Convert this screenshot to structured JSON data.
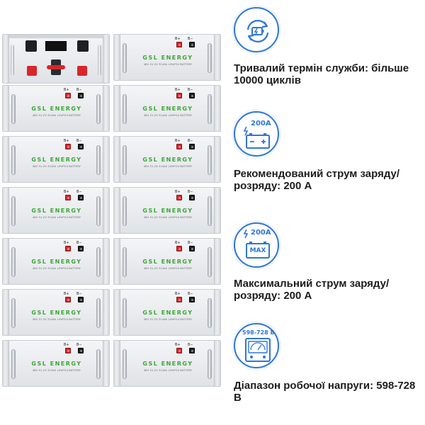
{
  "rack": {
    "brand": "GSL ENERGY",
    "model_line": "48V 51.2V 314Ah LiFePO4 BATTERY",
    "terminal_pos": "B+",
    "terminal_neg": "B−",
    "colors": {
      "brand_green": "#3aa935",
      "terminal_red": "#d8262b",
      "terminal_black": "#1f1f22",
      "panel_silver": "#e6e8eb"
    }
  },
  "features": [
    {
      "icon": "battery-cycle-icon",
      "title": "Тривалий термін служби: більше 10000 циклів"
    },
    {
      "icon": "charge-current-icon",
      "badge": "200A",
      "title": "Рекомендований струм заряду/розряду: 200 A"
    },
    {
      "icon": "max-current-icon",
      "badge": "200A",
      "badge2": "MAX",
      "title": "Максимальний струм заряду/розряду: 200 A"
    },
    {
      "icon": "voltage-range-icon",
      "badge": "598-728 В",
      "title": "Діапазон робочої напруги: 598-728 В"
    }
  ],
  "accent_color": "#2f76d6"
}
